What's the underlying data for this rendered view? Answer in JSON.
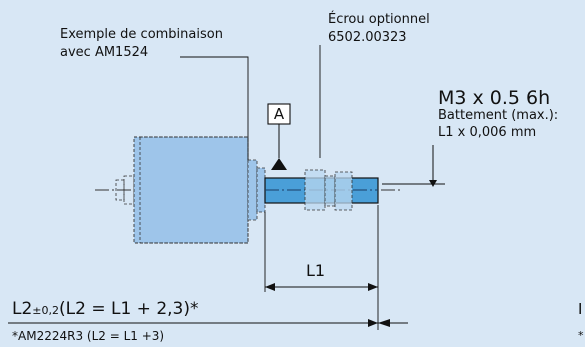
{
  "labels": {
    "combination_line1": "Exemple de combinaison",
    "combination_line2": "avec AM1524",
    "nut_line1": "Écrou optionnel",
    "nut_line2": "6502.00323",
    "thread": "M3 x 0.5 6h",
    "runout_line1": "Battement (max.):",
    "runout_line2": "L1 x 0,006 mm",
    "datum": "A",
    "dim_l1": "L1",
    "l2_main": "L2",
    "l2_tol": "±0,2",
    "l2_formula": "(L2 = L1 + 2,3)*",
    "footnote": "*AM2224R3 (L2 = L1 +3)",
    "cut_right_big": "I",
    "cut_right_small": "*"
  },
  "colors": {
    "background": "#d8e7f5",
    "motor_body": "#9ec5ea",
    "shaft": "#4a9fd8",
    "line": "#111111"
  }
}
